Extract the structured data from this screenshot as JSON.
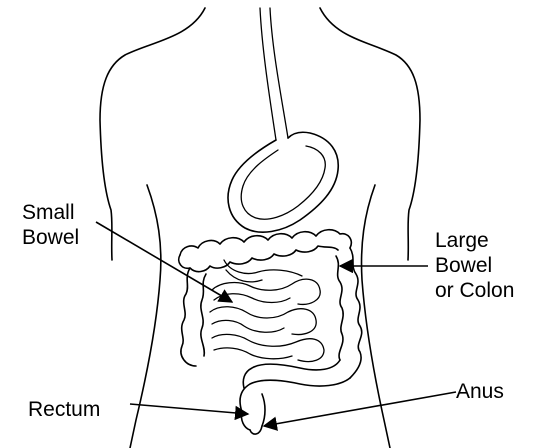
{
  "diagram": {
    "labels": {
      "small_bowel": [
        "Small",
        "Bowel"
      ],
      "large_bowel": [
        "Large",
        "Bowel",
        "or Colon"
      ],
      "rectum": "Rectum",
      "anus": "Anus"
    },
    "line_color": "#000000",
    "background_color": "#ffffff"
  }
}
